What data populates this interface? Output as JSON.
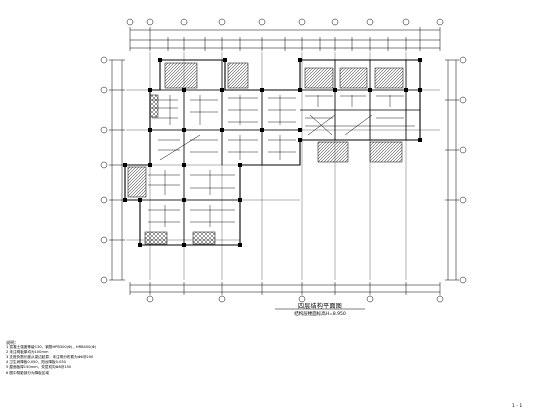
{
  "drawing": {
    "title": "四层结构平面图",
    "subtitle": "结构层楼面标高H=8.950",
    "notes_heading": "说明：",
    "notes": [
      "1  混凝土强度等级C30，钢筋HPB300(Φ)，HRB400(Φ)",
      "2  未注明板厚均为100mm",
      "3  支座负筋长度从梁边起算，未注明分布筋为Φ6@200",
      "4  卫生间降板0.050，阳台降板0.050",
      "5  屋面板厚150mm，双层双向Φ8@150",
      "6  图中阴影部分为降板区域"
    ],
    "page_number": "1 - 1"
  },
  "colors": {
    "line": "#000000",
    "hatch": "#555555",
    "background": "#ffffff"
  }
}
